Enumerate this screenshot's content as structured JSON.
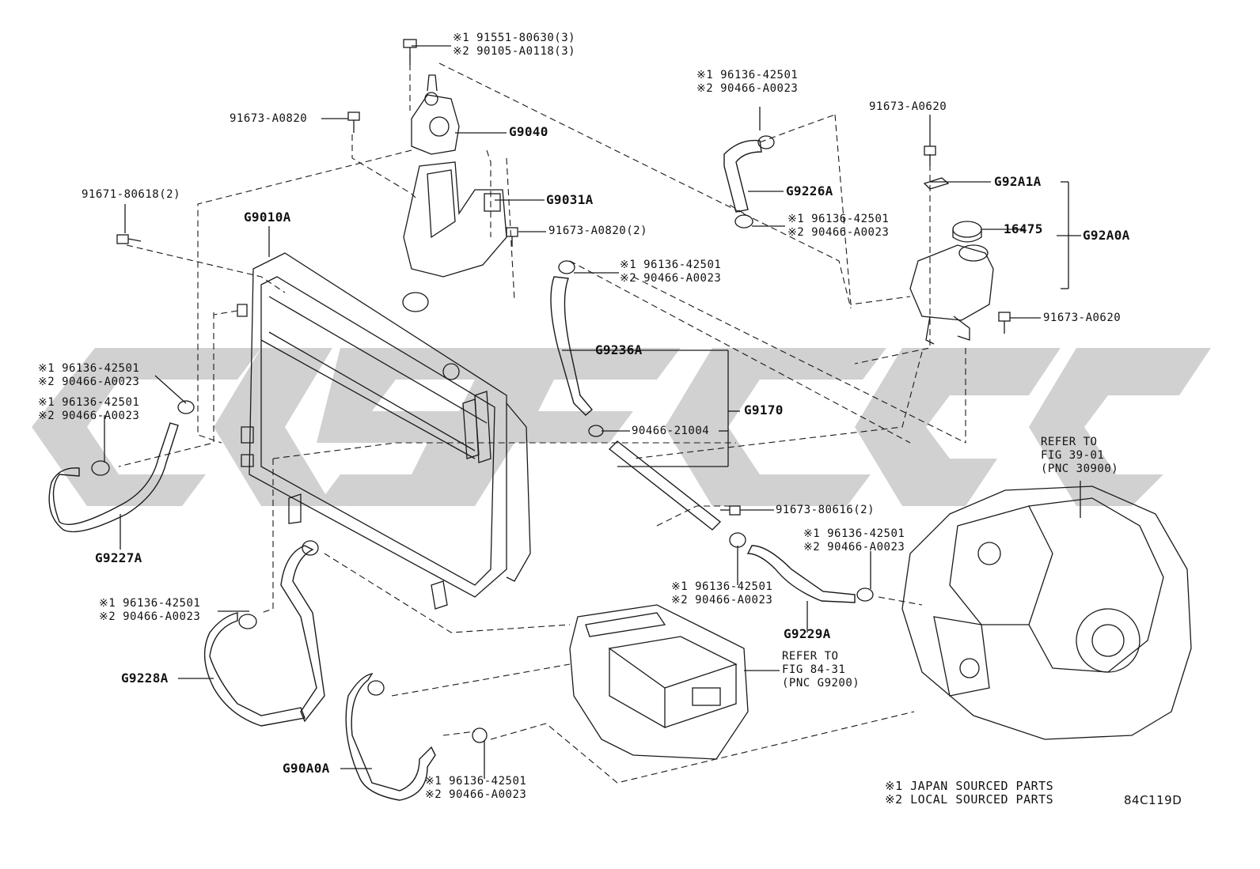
{
  "callouts": {
    "bolt_top": [
      "※1 91551-80630(3)",
      "※2 90105-A0118(3)"
    ],
    "bolt_91673_a0820": "91673-A0820",
    "g9040": "G9040",
    "clamp_g9226a_top": [
      "※1 96136-42501",
      "※2 90466-A0023"
    ],
    "bolt_91673_a0620_top": "91673-A0620",
    "bolt_91671": "91671-80618(2)",
    "g9010a": "G9010A",
    "g9031a": "G9031A",
    "g9226a": "G9226A",
    "clamp_g9226a_bottom": [
      "※1 96136-42501",
      "※2 90466-A0023"
    ],
    "g92a1a": "G92A1A",
    "cap_16475": "16475",
    "g92a0a": "G92A0A",
    "bolt_91673_a0820_2": "91673-A0820(2)",
    "clamp_g9236a": [
      "※1 96136-42501",
      "※2 90466-A0023"
    ],
    "bolt_91673_a0620_right": "91673-A0620",
    "clamp_left_a": [
      "※1 96136-42501",
      "※2 90466-A0023"
    ],
    "clamp_left_b": [
      "※1 96136-42501",
      "※2 90466-A0023"
    ],
    "g9236a": "G9236A",
    "g9170": "G9170",
    "clamp_90466_21004": "90466-21004",
    "refer_transaxle": [
      "REFER TO",
      "FIG 39-01",
      "(PNC 30900)"
    ],
    "bolt_91673_80616": "91673-80616(2)",
    "g9227a": "G9227A",
    "clamp_g9229a_right": [
      "※1 96136-42501",
      "※2 90466-A0023"
    ],
    "clamp_g9229a_left": [
      "※1 96136-42501",
      "※2 90466-A0023"
    ],
    "clamp_g9228a": [
      "※1 96136-42501",
      "※2 90466-A0023"
    ],
    "g9229a": "G9229A",
    "refer_inverter": [
      "REFER TO",
      "FIG 84-31",
      "(PNC G9200)"
    ],
    "g9228a": "G9228A",
    "g90a0a": "G90A0A",
    "clamp_g90a0a": [
      "※1 96136-42501",
      "※2 90466-A0023"
    ]
  },
  "notes": [
    "※1 JAPAN SOURCED PARTS",
    "※2 LOCAL SOURCED PARTS"
  ],
  "figure_code": "84C119D",
  "colors": {
    "line": "#1a1a1a",
    "watermark": "#c8c8c8",
    "text": "#111111"
  }
}
